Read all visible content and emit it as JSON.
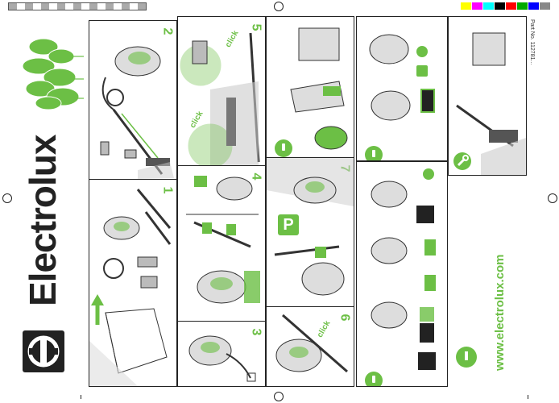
{
  "brand": {
    "name": "Electrolux",
    "website": "www.electrolux.com",
    "brand_color": "#222222",
    "accent_color": "#6cbf45"
  },
  "document": {
    "part_no_label": "Part No.",
    "part_no_value": "112781..."
  },
  "steps": [
    {
      "number": "1"
    },
    {
      "number": "2"
    },
    {
      "number": "3"
    },
    {
      "number": "4"
    },
    {
      "number": "5"
    },
    {
      "number": "6"
    },
    {
      "number": "7"
    }
  ],
  "labels": {
    "click_1": "click",
    "click_2": "click",
    "click_3": "click",
    "parking": "P"
  },
  "icons": [
    "leaf-icon",
    "info-icon",
    "recycle-icon",
    "filter-icon",
    "wrench-icon",
    "logo-icon"
  ],
  "print_marks": {
    "colors": [
      "#ffff00",
      "#ff00ff",
      "#00ffff",
      "#000000",
      "#ff0000",
      "#00aa00",
      "#0000ff",
      "#888888"
    ]
  }
}
